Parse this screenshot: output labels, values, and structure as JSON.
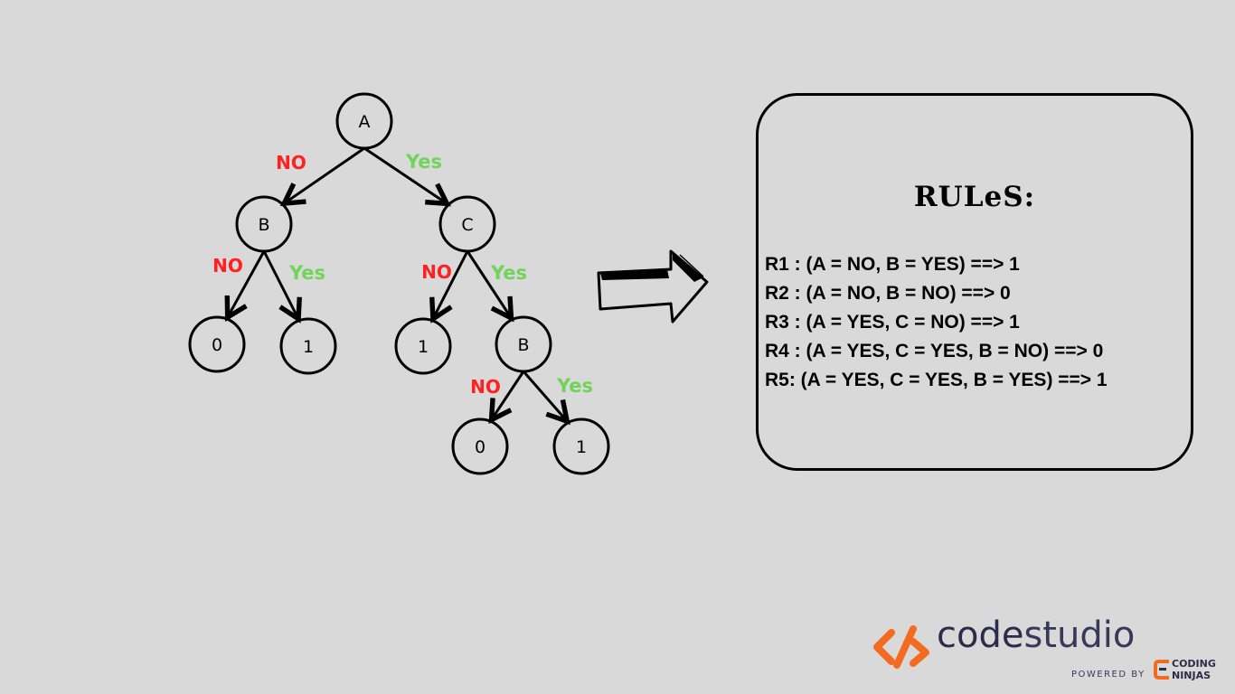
{
  "tree": {
    "nodes": [
      {
        "id": "root",
        "label": "A"
      },
      {
        "id": "b1",
        "label": "B"
      },
      {
        "id": "c1",
        "label": "C"
      },
      {
        "id": "leaf1",
        "label": "0"
      },
      {
        "id": "leaf2",
        "label": "1"
      },
      {
        "id": "leaf3",
        "label": "1"
      },
      {
        "id": "b2",
        "label": "B"
      },
      {
        "id": "leaf4",
        "label": "0"
      },
      {
        "id": "leaf5",
        "label": "1"
      }
    ],
    "edges": [
      {
        "from": "root",
        "to": "b1",
        "label": "NO"
      },
      {
        "from": "root",
        "to": "c1",
        "label": "Yes"
      },
      {
        "from": "b1",
        "to": "leaf1",
        "label": "NO"
      },
      {
        "from": "b1",
        "to": "leaf2",
        "label": "Yes"
      },
      {
        "from": "c1",
        "to": "leaf3",
        "label": "NO"
      },
      {
        "from": "c1",
        "to": "b2",
        "label": "Yes"
      },
      {
        "from": "b2",
        "to": "leaf4",
        "label": "NO"
      },
      {
        "from": "b2",
        "to": "leaf5",
        "label": "Yes"
      }
    ]
  },
  "colors": {
    "no": "#ff2020",
    "yes": "#72d35b",
    "logo_accent": "#f26b21"
  },
  "rules": {
    "title": "RULeS:",
    "items": [
      "R1 : (A = NO, B = YES) ==> 1",
      "R2 : (A = NO, B = NO) ==> 0",
      "R3 : (A = YES, C = NO) ==> 1",
      "R4 : (A = YES, C = YES, B = NO) ==> 0",
      "R5: (A = YES, C = YES, B = YES) ==> 1"
    ]
  },
  "logo": {
    "word_bold": "code",
    "word_thin": "studio",
    "powered_by": "POWERED BY",
    "cn_line1": "CODING",
    "cn_line2": "NINJAS"
  }
}
